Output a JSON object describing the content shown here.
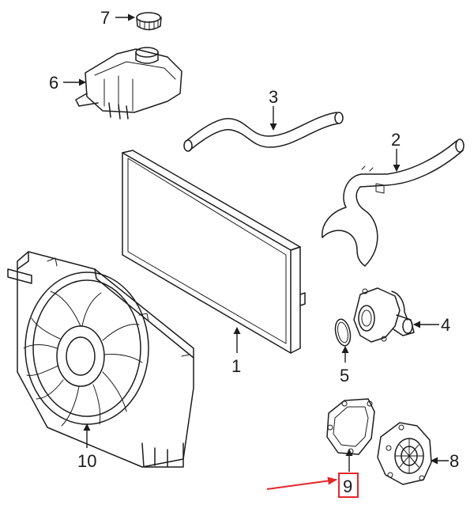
{
  "callouts": [
    {
      "number": "1",
      "part": "radiator"
    },
    {
      "number": "2",
      "part": "lower-hose"
    },
    {
      "number": "3",
      "part": "upper-hose"
    },
    {
      "number": "4",
      "part": "thermostat-housing"
    },
    {
      "number": "5",
      "part": "o-ring"
    },
    {
      "number": "6",
      "part": "expansion-tank"
    },
    {
      "number": "7",
      "part": "tank-cap"
    },
    {
      "number": "8",
      "part": "water-pump"
    },
    {
      "number": "9",
      "part": "pump-gasket"
    },
    {
      "number": "10",
      "part": "fan-assembly"
    }
  ],
  "highlight": {
    "callout": "9",
    "color": "#e3262b"
  },
  "colors": {
    "line": "#1c1c1c",
    "text": "#1a1a1a",
    "background": "#ffffff"
  }
}
